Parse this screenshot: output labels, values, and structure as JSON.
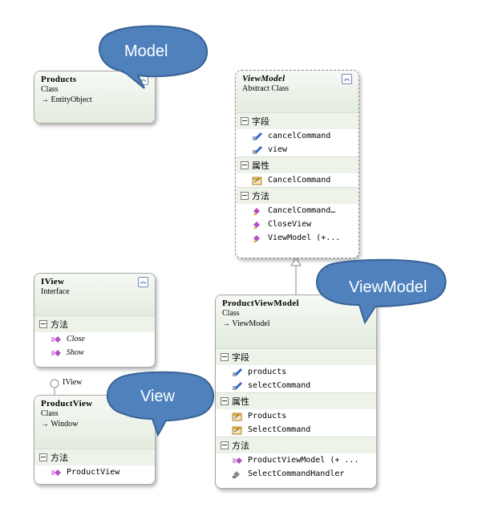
{
  "classes": {
    "products": {
      "name": "Products",
      "kind": "Class",
      "base": "→ EntityObject"
    },
    "viewmodel": {
      "name": "ViewModel",
      "kind": "Abstract Class",
      "sections": {
        "fields": {
          "title": "字段",
          "items": [
            "cancelCommand",
            "view"
          ]
        },
        "properties": {
          "title": "属性",
          "items": [
            "CancelCommand"
          ]
        },
        "methods": {
          "title": "方法",
          "items": [
            "CancelCommand…",
            "CloseView",
            "ViewModel (+..."
          ]
        }
      }
    },
    "iview": {
      "name": "IView",
      "kind": "Interface",
      "sections": {
        "methods": {
          "title": "方法",
          "items": [
            "Close",
            "Show"
          ]
        }
      }
    },
    "productview": {
      "name": "ProductView",
      "kind": "Class",
      "base": "→ Window",
      "interface_label": "IView",
      "sections": {
        "methods": {
          "title": "方法",
          "items": [
            "ProductView"
          ]
        }
      }
    },
    "productviewmodel": {
      "name": "ProductViewModel",
      "kind": "Class",
      "base": "→ ViewModel",
      "sections": {
        "fields": {
          "title": "字段",
          "items": [
            "products",
            "selectCommand"
          ]
        },
        "properties": {
          "title": "属性",
          "items": [
            "Products",
            "SelectCommand"
          ]
        },
        "methods": {
          "title": "方法",
          "items": [
            "ProductViewModel (+ ...",
            "SelectCommandHandler"
          ]
        }
      }
    }
  },
  "callouts": {
    "model": "Model",
    "viewmodel": "ViewModel",
    "view": "View"
  },
  "icons": {
    "collapse": "double-chevron-up-icon",
    "field": "field-icon",
    "property": "property-icon",
    "method": "method-icon",
    "interface_method": "interface-method-icon",
    "lollipop": "interface-lollipop-icon",
    "inheritance": "inheritance-arrow-icon"
  },
  "colors": {
    "callout_fill": "#4f81bd",
    "callout_stroke": "#3a6396",
    "header_gradient": "#e3ecde",
    "method_icon": "#b44fc4",
    "field_icon": "#2f66c8",
    "property_icon": "#d9a53b"
  }
}
